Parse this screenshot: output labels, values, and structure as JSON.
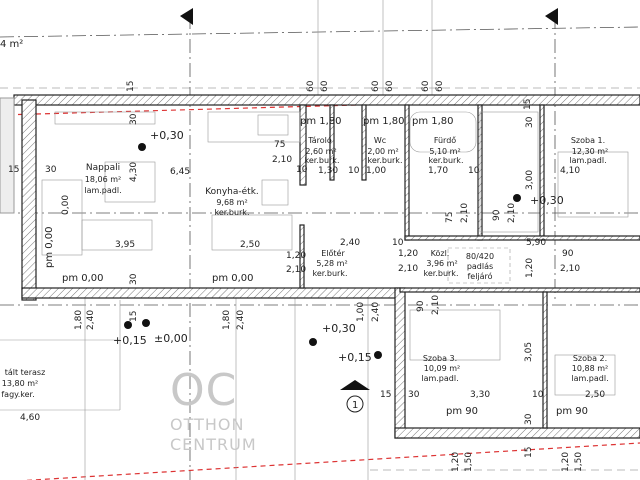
{
  "area_fragment": "4 m²",
  "rooms": [
    {
      "name": "Nappali",
      "area": "18,06 m²",
      "floor": "lam.padl."
    },
    {
      "name": "Konyha-étk.",
      "area": "9,68 m²",
      "floor": "ker.burk."
    },
    {
      "name": "Tároló",
      "area": "2,60 m²",
      "floor": "ker.burk."
    },
    {
      "name": "Wc",
      "area": "2,00 m²",
      "floor": "ker.burk."
    },
    {
      "name": "Fürdő",
      "area": "5,10 m²",
      "floor": "ker.burk."
    },
    {
      "name": "Szoba 1.",
      "area": "12,30 m²",
      "floor": "lam.padl."
    },
    {
      "name": "Előtér",
      "area": "5,28 m²",
      "floor": "ker.burk."
    },
    {
      "name": "Közl.",
      "area": "3,96 m²",
      "floor": "ker.burk."
    },
    {
      "name": "Szoba 3.",
      "area": "10,09 m²",
      "floor": "lam.padl."
    },
    {
      "name": "Szoba 2.",
      "area": "10,88 m²",
      "floor": "lam.padl."
    },
    {
      "name": "tált terasz",
      "area": "13,80 m²",
      "floor": "fagy.ker."
    }
  ],
  "attic_hatch": [
    "80/420",
    "padlás",
    "feljáró"
  ],
  "levels": [
    "+0,30",
    "+0,30",
    "+0,15",
    "±0,00",
    "+0,30",
    "+0,15"
  ],
  "floor_levels": [
    "pm 0,00",
    "pm 0,00",
    "pm 0,00",
    "pm 1,80",
    "pm 1,80",
    "pm 1,80",
    "pm 90",
    "pm 90"
  ],
  "dims": [
    "6,45",
    "15",
    "30",
    "4,30",
    "30",
    "30",
    "3,95",
    "0,00",
    "2,50",
    "75",
    "2,10",
    "10",
    "1,20",
    "2,10",
    "1,30",
    "10",
    "1,00",
    "1,70",
    "10",
    "75",
    "2,10",
    "90",
    "2,10",
    "3,00",
    "4,10",
    "2,40",
    "10",
    "1,20",
    "2,10",
    "5,90",
    "1,20",
    "90",
    "2,10",
    "1,80",
    "2,40",
    "1,80",
    "2,40",
    "15",
    "1,00",
    "2,40",
    "15",
    "90",
    "2,10",
    "3,05",
    "30",
    "3,30",
    "10",
    "30",
    "2,50",
    "15",
    "1,20",
    "1,50",
    "1,20",
    "1,50",
    "4,60",
    "60",
    "60",
    "60",
    "60",
    "60",
    "60",
    "15",
    "15",
    "30"
  ],
  "section_marker": "1",
  "watermark": {
    "logo": "OC",
    "line1": "OTTHON",
    "line2": "CENTRUM"
  }
}
